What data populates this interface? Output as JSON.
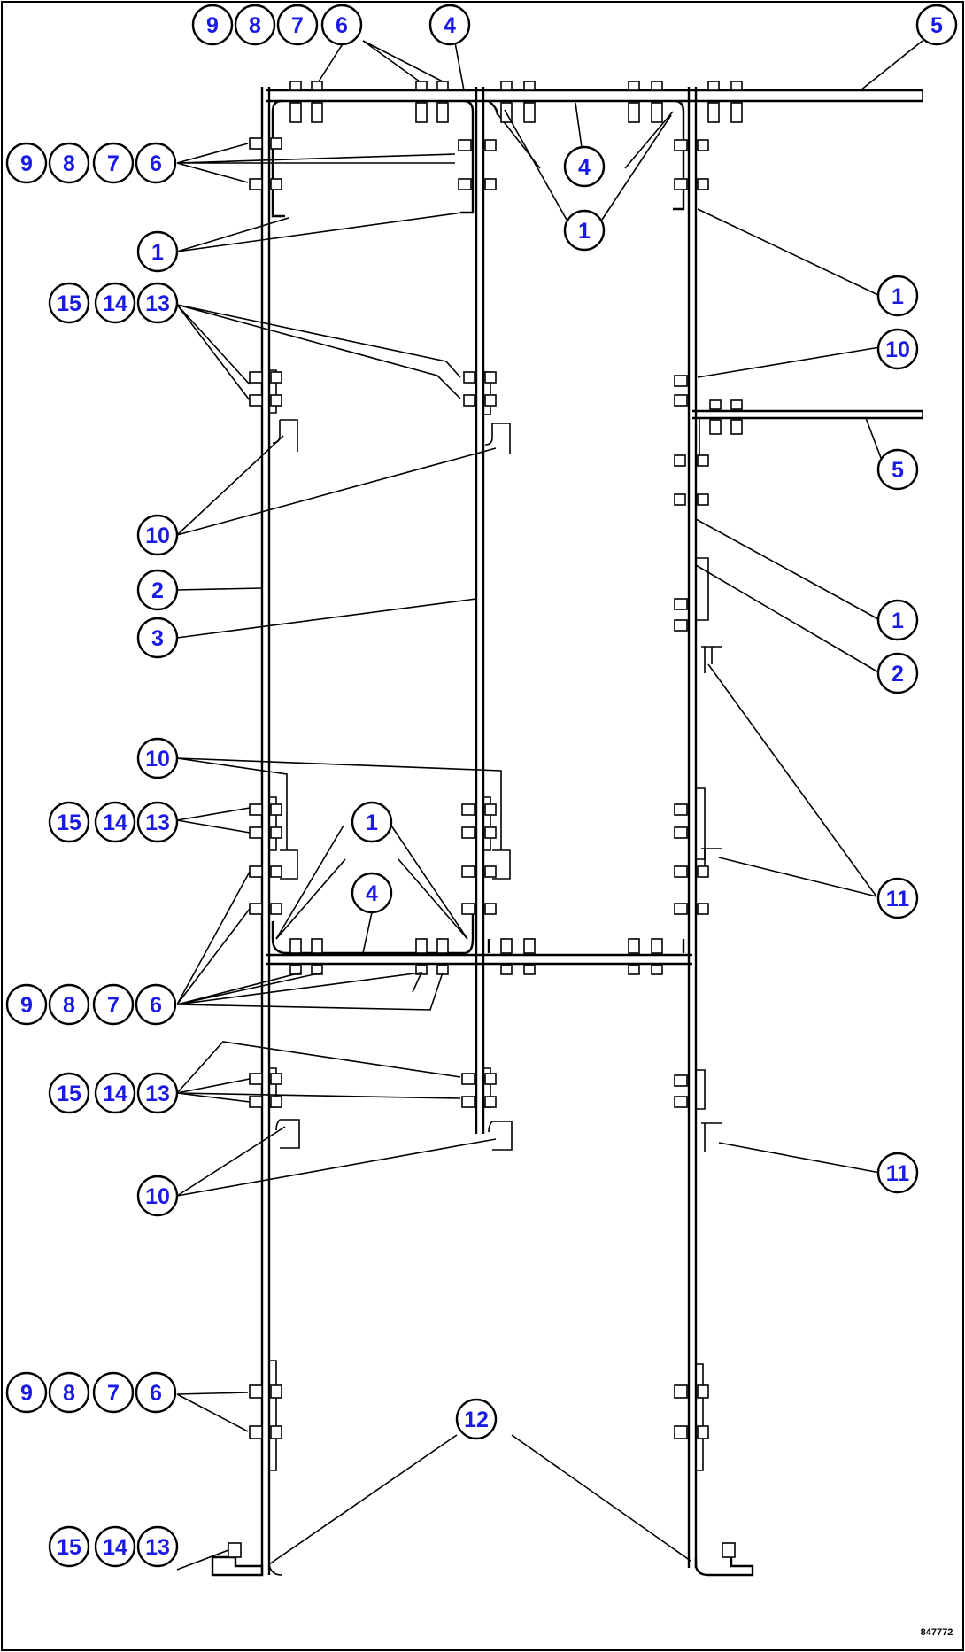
{
  "drawing_number": "847772",
  "callouts": {
    "part_1": "1",
    "part_2": "2",
    "part_3": "3",
    "part_4": "4",
    "part_5": "5",
    "part_6": "6",
    "part_7": "7",
    "part_8": "8",
    "part_9": "9",
    "part_10": "10",
    "part_11": "11",
    "part_12": "12",
    "part_13": "13",
    "part_14": "14",
    "part_15": "15"
  }
}
